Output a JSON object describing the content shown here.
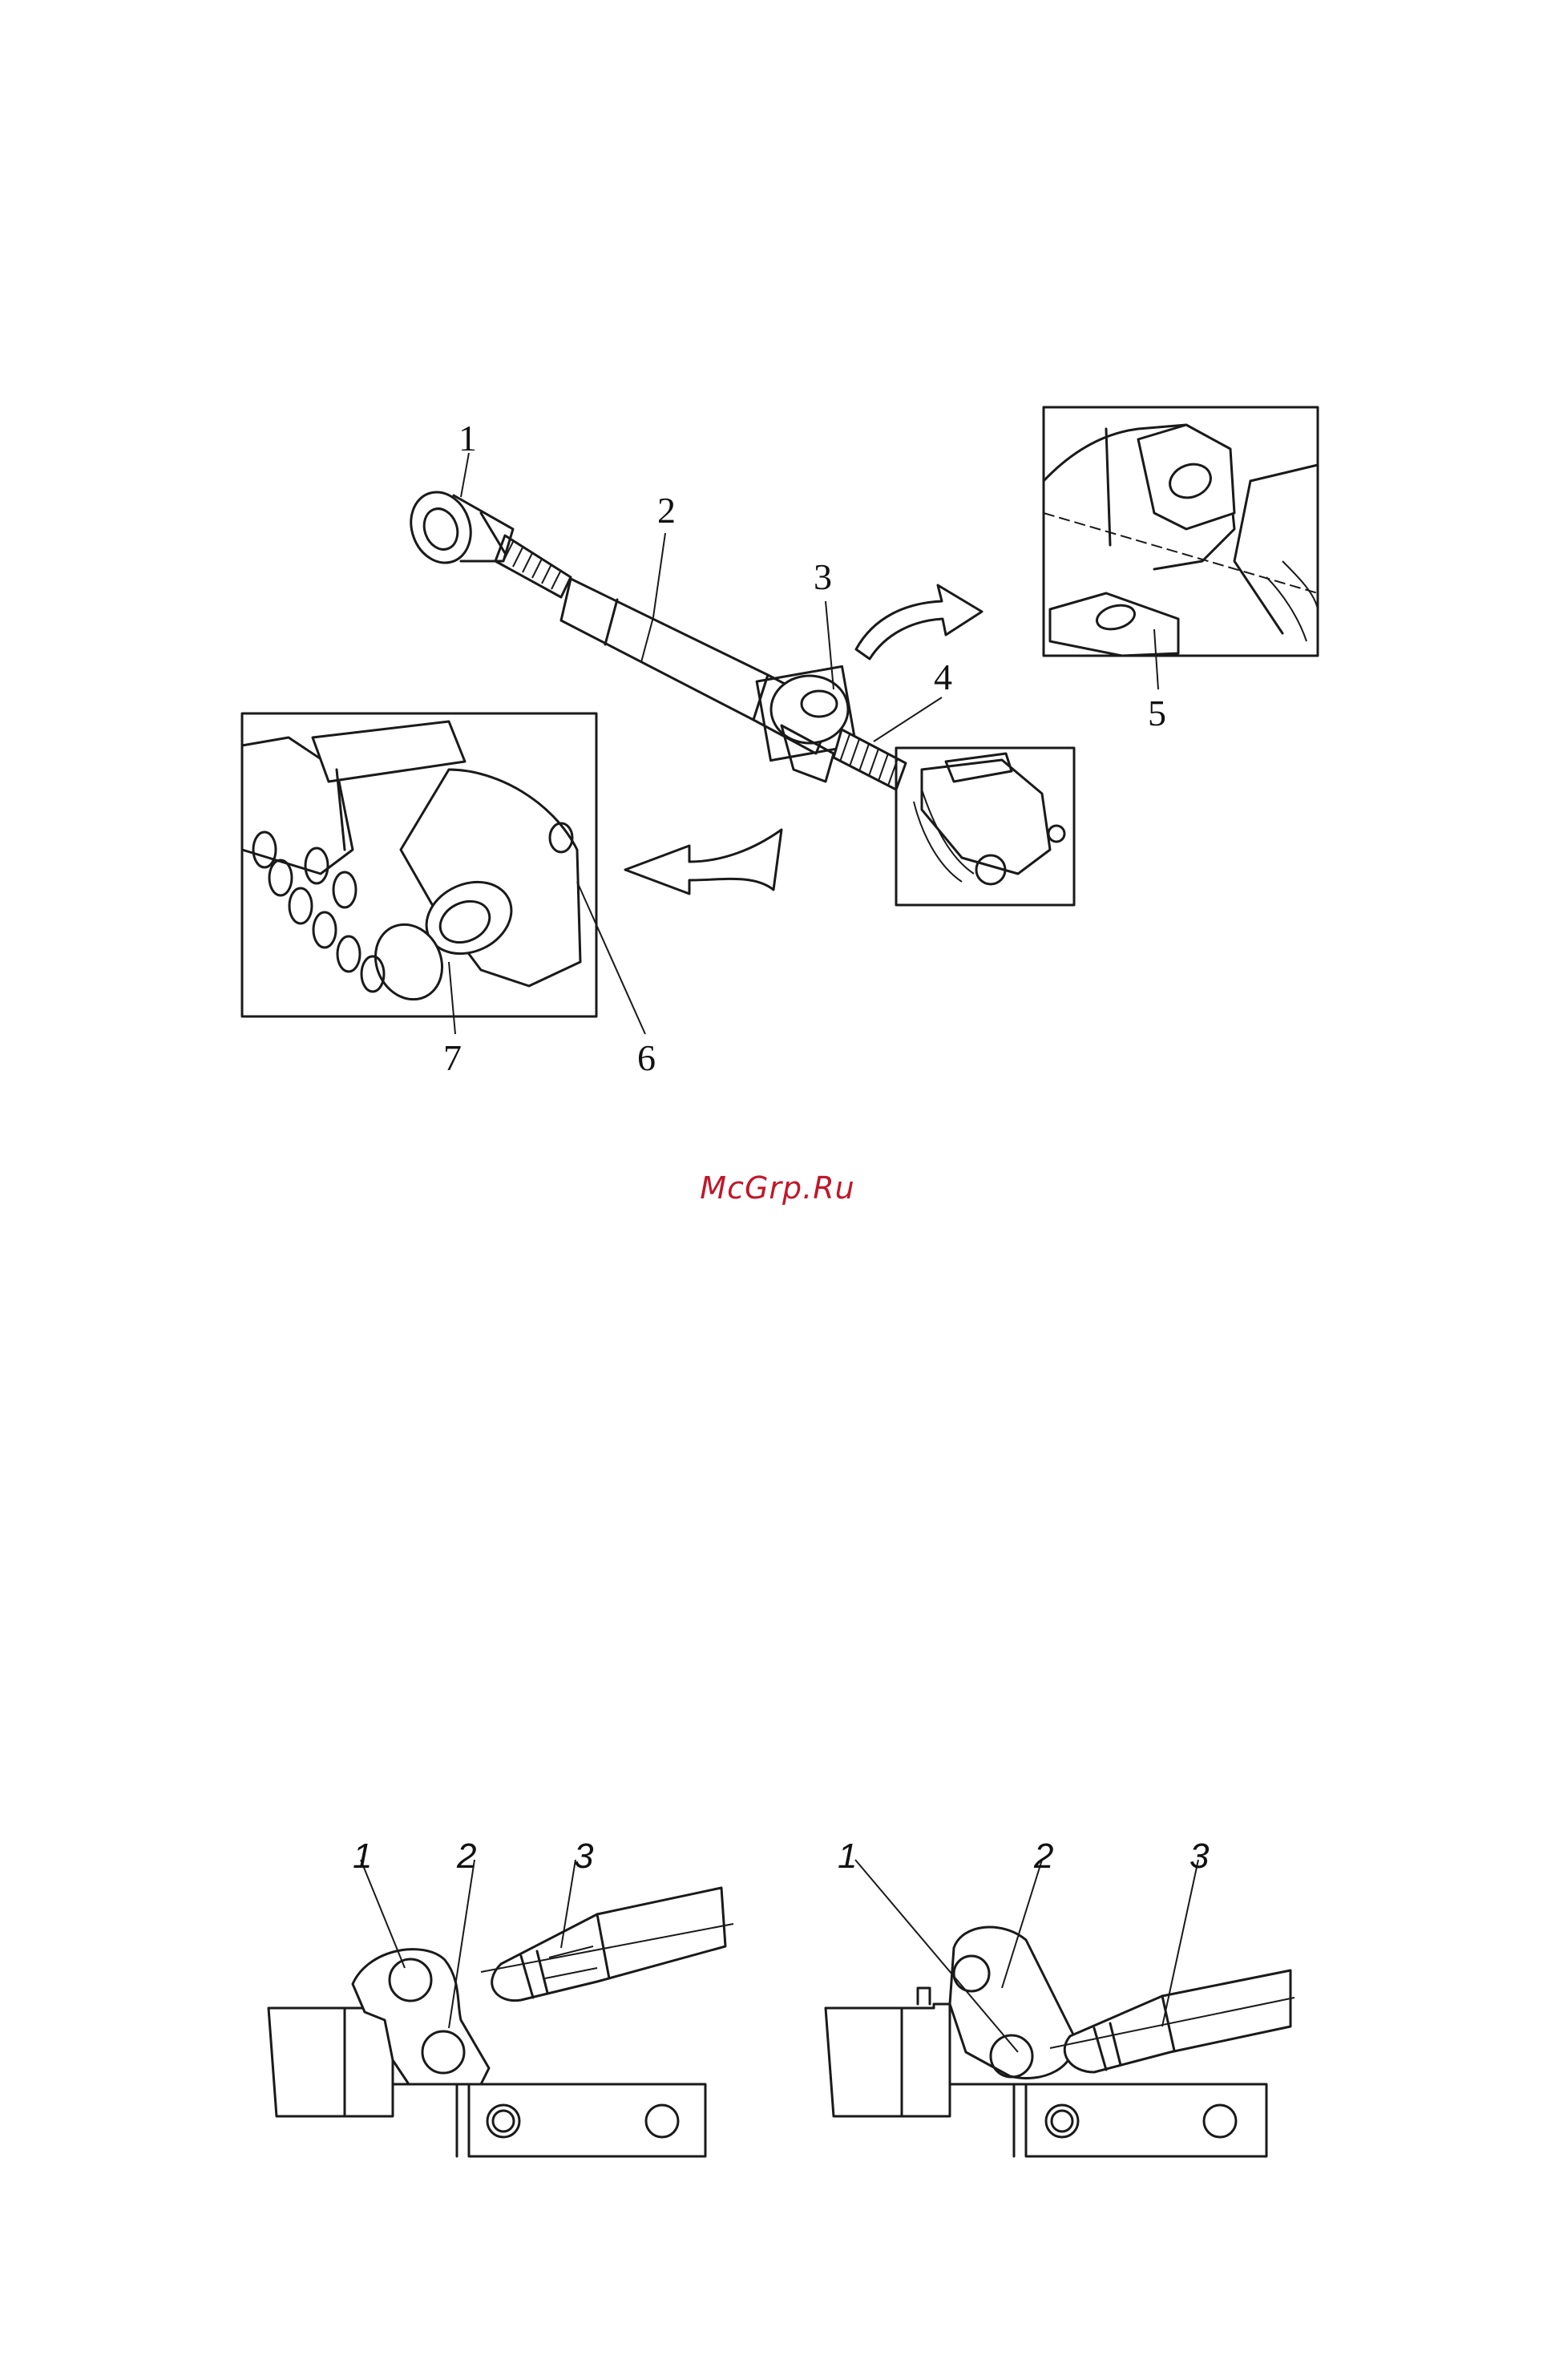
{
  "figure_top": {
    "labels": [
      "1",
      "2",
      "3",
      "4",
      "5",
      "6",
      "7"
    ]
  },
  "watermark": "McGrp.Ru",
  "figure_bottom_left": {
    "labels": [
      "1",
      "2",
      "3"
    ]
  },
  "figure_bottom_right": {
    "labels": [
      "1",
      "2",
      "3"
    ]
  },
  "colors": {
    "line": "#1a1a1a",
    "watermark": "#c0182a"
  }
}
